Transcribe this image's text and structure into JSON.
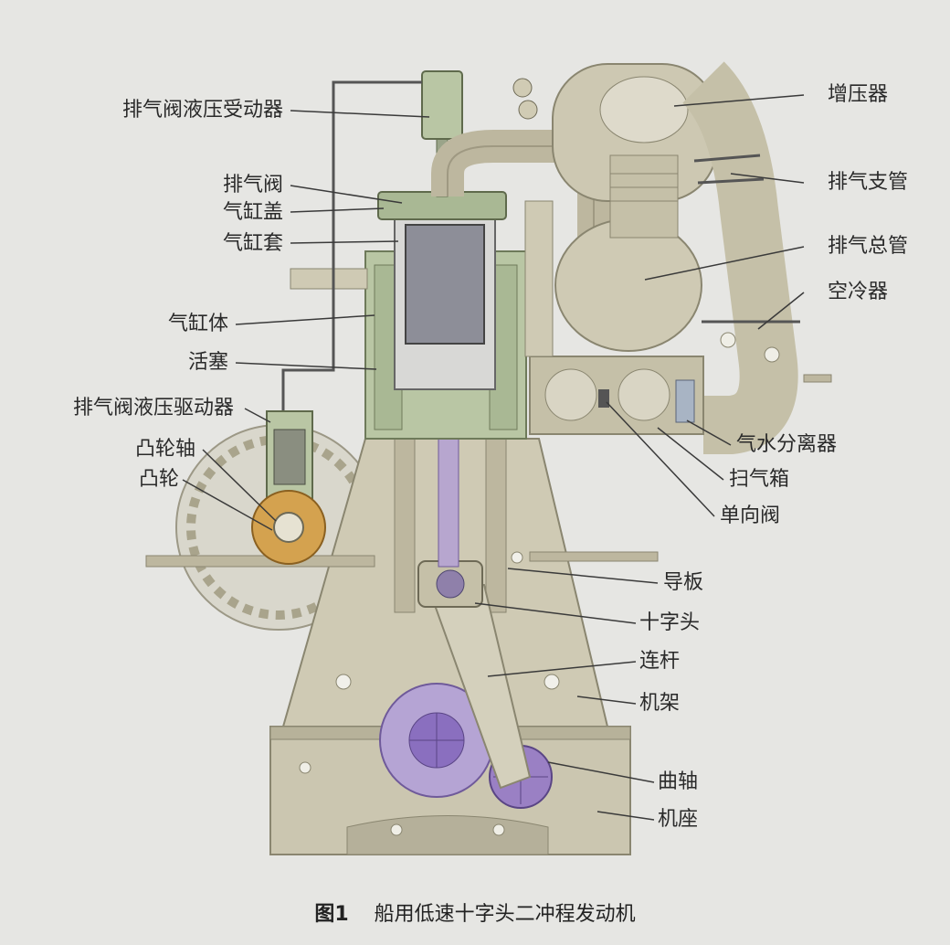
{
  "figure": {
    "number": "图1",
    "title": "船用低速十字头二冲程发动机"
  },
  "labels": {
    "exhaust_valve_actuator": "排气阀液压受动器",
    "exhaust_valve": "排气阀",
    "cylinder_cover": "气缸盖",
    "cylinder_liner": "气缸套",
    "cylinder_block": "气缸体",
    "piston": "活塞",
    "exhaust_valve_driver": "排气阀液压驱动器",
    "camshaft": "凸轮轴",
    "cam": "凸轮",
    "turbocharger": "增压器",
    "exhaust_branch": "排气支管",
    "exhaust_manifold": "排气总管",
    "air_cooler": "空冷器",
    "water_separator": "气水分离器",
    "scavenge_box": "扫气箱",
    "check_valve": "单向阀",
    "guide": "导板",
    "crosshead": "十字头",
    "connecting_rod": "连杆",
    "frame": "机架",
    "crankshaft": "曲轴",
    "bedplate": "机座"
  },
  "colors": {
    "background": "#e6e6e3",
    "machinery": "#c8c3ad",
    "machinery_dark": "#a9a48c",
    "green_parts": "#b9c6a4",
    "piston_purple": "#b7a6cf",
    "crank_purple": "#9a80c4",
    "cam_orange": "#d4a24f",
    "leader_line": "#3a3a3a"
  }
}
